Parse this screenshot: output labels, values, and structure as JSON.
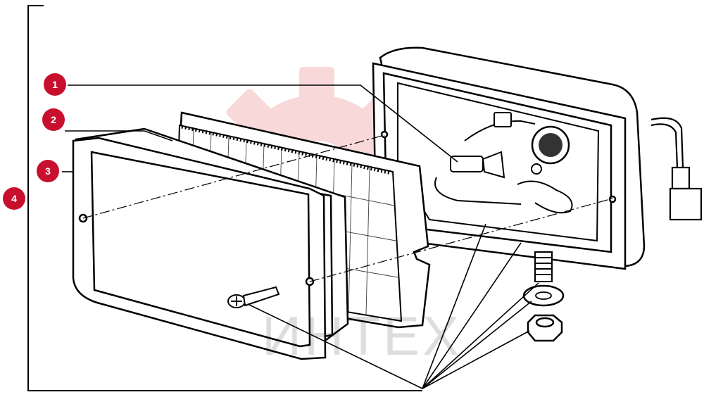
{
  "diagram": {
    "callouts": [
      {
        "label": "1"
      },
      {
        "label": "2"
      },
      {
        "label": "3"
      },
      {
        "label": "4"
      }
    ],
    "watermark_text": "ИНТЕХ",
    "callout_color": "#c8102e",
    "watermark_color": "#e05050"
  }
}
